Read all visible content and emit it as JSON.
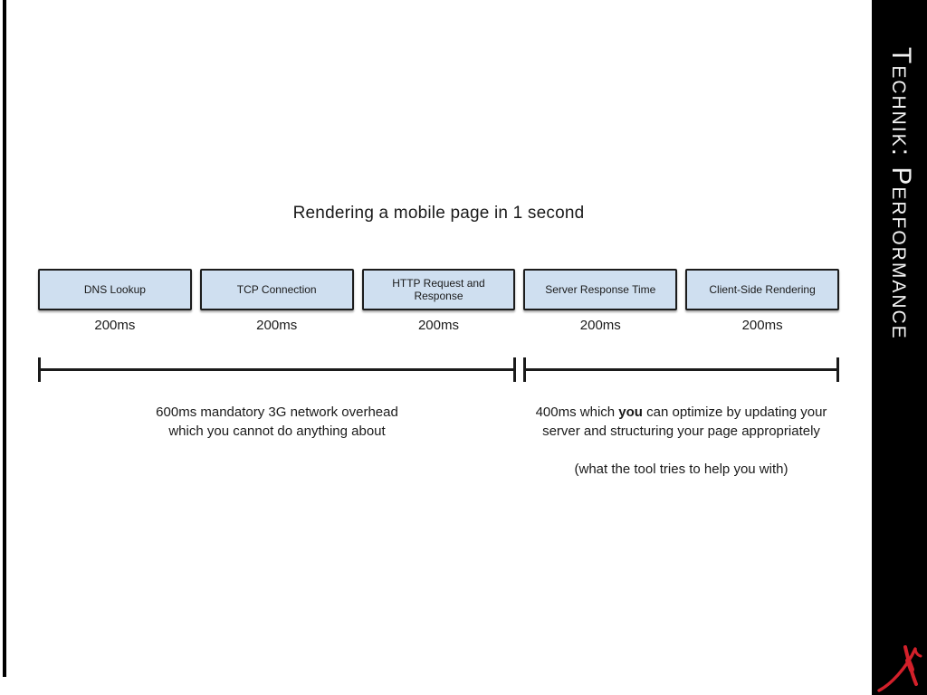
{
  "colors": {
    "background": "#ffffff",
    "sidebar_bg": "#000000",
    "sidebar_text": "#f2f2f2",
    "box_fill": "#cfdff0",
    "box_border": "#1c1c1c",
    "text": "#1a1a1a",
    "signature_red": "#d3202a"
  },
  "sidebar": {
    "label": "Technik: Performance"
  },
  "diagram": {
    "title": "Rendering a mobile page in 1 second",
    "phases": [
      {
        "label": "DNS Lookup",
        "duration": "200ms"
      },
      {
        "label": "TCP Connection",
        "duration": "200ms"
      },
      {
        "label": "HTTP Request and Response",
        "duration": "200ms"
      },
      {
        "label": "Server Response Time",
        "duration": "200ms"
      },
      {
        "label": "Client-Side Rendering",
        "duration": "200ms"
      }
    ],
    "overhead": {
      "line1": "600ms mandatory 3G network overhead",
      "line2": "which you cannot do anything about"
    },
    "optimize": {
      "line1_pre": "400ms which ",
      "line1_bold": "you",
      "line1_post": " can optimize by updating your",
      "line2": "server and structuring your page appropriately",
      "note": "(what the tool tries to help you with)"
    }
  }
}
